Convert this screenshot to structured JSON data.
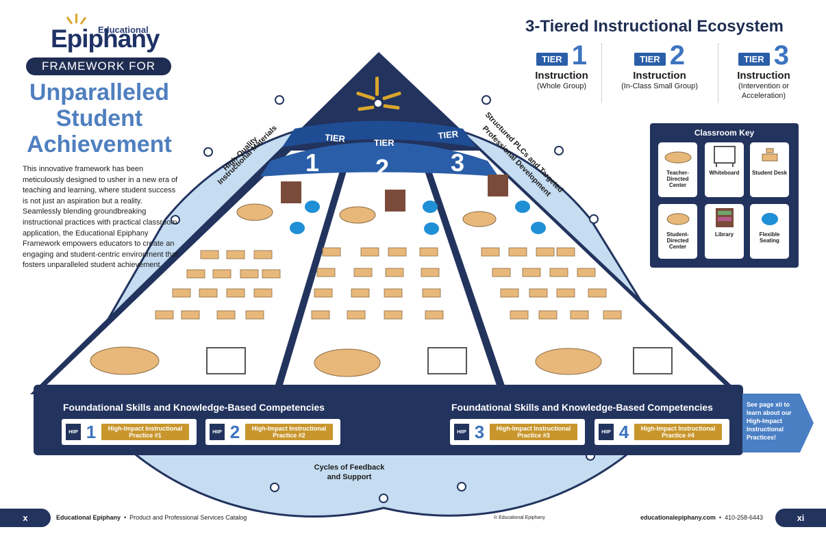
{
  "logo": {
    "top_word": "Educational",
    "main_word": "Epiphany"
  },
  "framework_pill": "FRAMEWORK FOR",
  "headline": [
    "Unparalleled",
    "Student",
    "Achievement"
  ],
  "intro": "This innovative framework has been meticulously designed to usher in a new era of teaching and learning, where student success is not just an aspiration but a reality. Seamlessly blending groundbreaking instructional practices with practical classroom application, the Educational Epiphany Framework empowers educators to create an engaging and student-centric environment that fosters unparalleled student achievement.",
  "ecosystem": {
    "title": "3-Tiered Instructional Ecosystem",
    "tiers": [
      {
        "badge": "TIER",
        "number": "1",
        "label": "Instruction",
        "sub": "(Whole Group)"
      },
      {
        "badge": "TIER",
        "number": "2",
        "label": "Instruction",
        "sub": "(In-Class Small Group)"
      },
      {
        "badge": "TIER",
        "number": "3",
        "label": "Instruction",
        "sub": "(Intervention or Acceleration)"
      }
    ]
  },
  "pyramid": {
    "tier_word": "TIER",
    "tier_numbers": [
      "1",
      "2",
      "3"
    ],
    "left_arc": [
      "High-Quality",
      "Instructional Materials"
    ],
    "right_arc": [
      "Structured PLCs and Targeted",
      "Professional Development"
    ],
    "bottom_arc": [
      "Cycles of Feedback",
      "and Support"
    ]
  },
  "key": {
    "title": "Classroom Key",
    "items": [
      {
        "label": "Teacher-Directed Center",
        "icon": "teacher-table-icon"
      },
      {
        "label": "Whiteboard",
        "icon": "whiteboard-icon"
      },
      {
        "label": "Student Desk",
        "icon": "student-desk-icon"
      },
      {
        "label": "Student-Directed Center",
        "icon": "student-table-icon"
      },
      {
        "label": "Library",
        "icon": "bookshelf-icon"
      },
      {
        "label": "Flexible Seating",
        "icon": "beanbag-icon"
      }
    ]
  },
  "foundation": {
    "left_title": "Foundational Skills and Knowledge-Based Competencies",
    "right_title": "Foundational Skills and Knowledge-Based Competencies",
    "hiip_badge": "HIIP",
    "practices": [
      {
        "number": "1",
        "label": "High-Impact Instructional Practice #1"
      },
      {
        "number": "2",
        "label": "High-Impact Instructional Practice #2"
      },
      {
        "number": "3",
        "label": "High-Impact Instructional Practice #3"
      },
      {
        "number": "4",
        "label": "High-Impact Instructional Practice #4"
      }
    ],
    "side_note": "See page xii to learn about our High-Impact Instructional Practices!"
  },
  "footer": {
    "left_page": "x",
    "right_page": "xi",
    "brand": "Educational Epiphany",
    "catalog": "Product and Professional Services Catalog",
    "copyright": "© Educational Epiphany",
    "website": "educationalepiphany.com",
    "phone": "410-258-6443"
  },
  "colors": {
    "navy": "#22335e",
    "blue": "#3d74c0",
    "light_blue": "#c5dcf1",
    "gold": "#c8962c",
    "desk": "#e8b87a"
  }
}
